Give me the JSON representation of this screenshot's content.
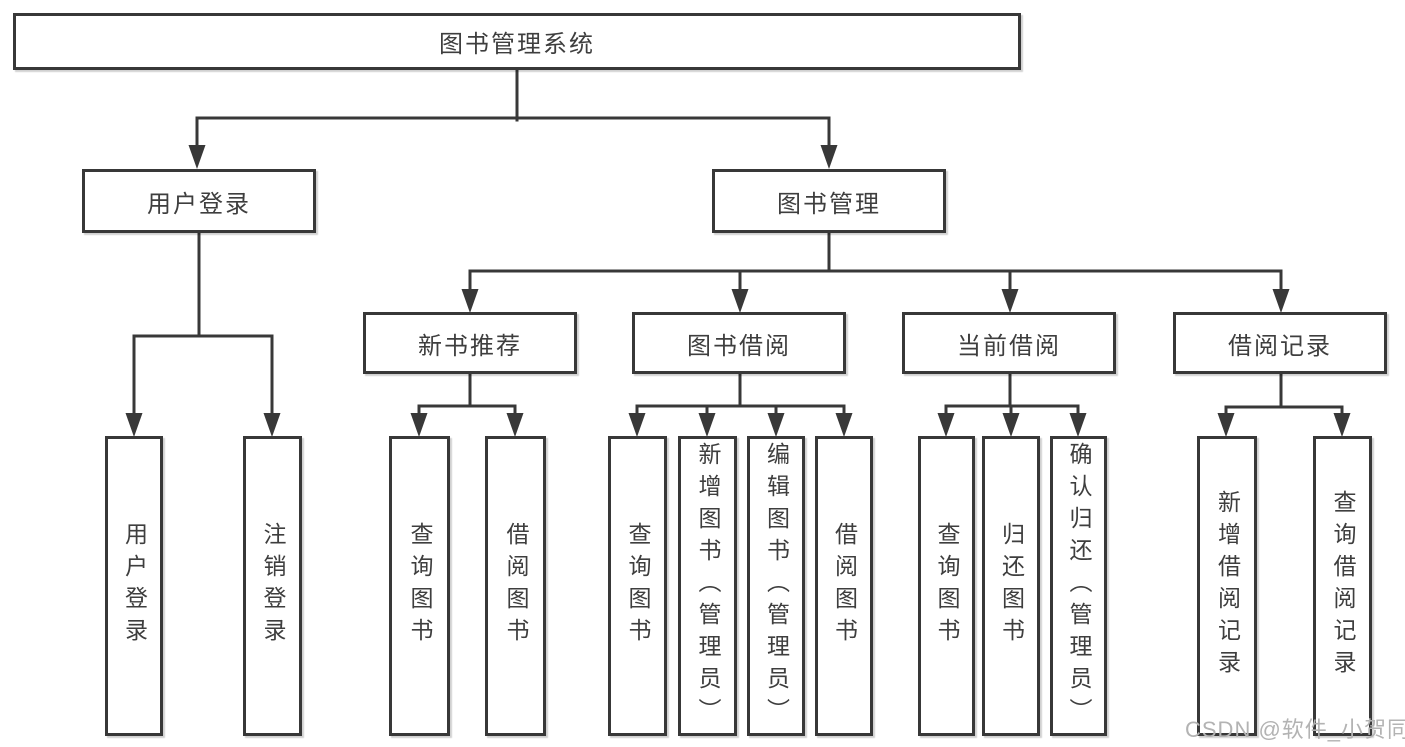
{
  "root": {
    "label": "图书管理系统"
  },
  "level2": [
    {
      "label": "用户登录"
    },
    {
      "label": "图书管理"
    }
  ],
  "level3": [
    {
      "label": "新书推荐",
      "parent": "图书管理"
    },
    {
      "label": "图书借阅",
      "parent": "图书管理"
    },
    {
      "label": "当前借阅",
      "parent": "图书管理"
    },
    {
      "label": "借阅记录",
      "parent": "图书管理"
    }
  ],
  "leaves": [
    {
      "label": "用户登录",
      "parent": "用户登录"
    },
    {
      "label": "注销登录",
      "parent": "用户登录"
    },
    {
      "label": "查询图书",
      "parent": "新书推荐"
    },
    {
      "label": "借阅图书",
      "parent": "新书推荐"
    },
    {
      "label": "查询图书",
      "parent": "图书借阅"
    },
    {
      "label": "新增图书（管理员）",
      "parent": "图书借阅"
    },
    {
      "label": "编辑图书（管理员）",
      "parent": "图书借阅"
    },
    {
      "label": "借阅图书",
      "parent": "图书借阅"
    },
    {
      "label": "查询图书",
      "parent": "当前借阅"
    },
    {
      "label": "归还图书",
      "parent": "当前借阅"
    },
    {
      "label": "确认归还（管理员）",
      "parent": "当前借阅"
    },
    {
      "label": "新增借阅记录",
      "parent": "借阅记录"
    },
    {
      "label": "查询借阅记录",
      "parent": "借阅记录"
    }
  ],
  "watermark": "CSDN @软件_小贺同学",
  "colors": {
    "line": "#383838",
    "text": "#3e3e3e",
    "background": "#ffffff",
    "watermark": "#b3b3b3"
  }
}
